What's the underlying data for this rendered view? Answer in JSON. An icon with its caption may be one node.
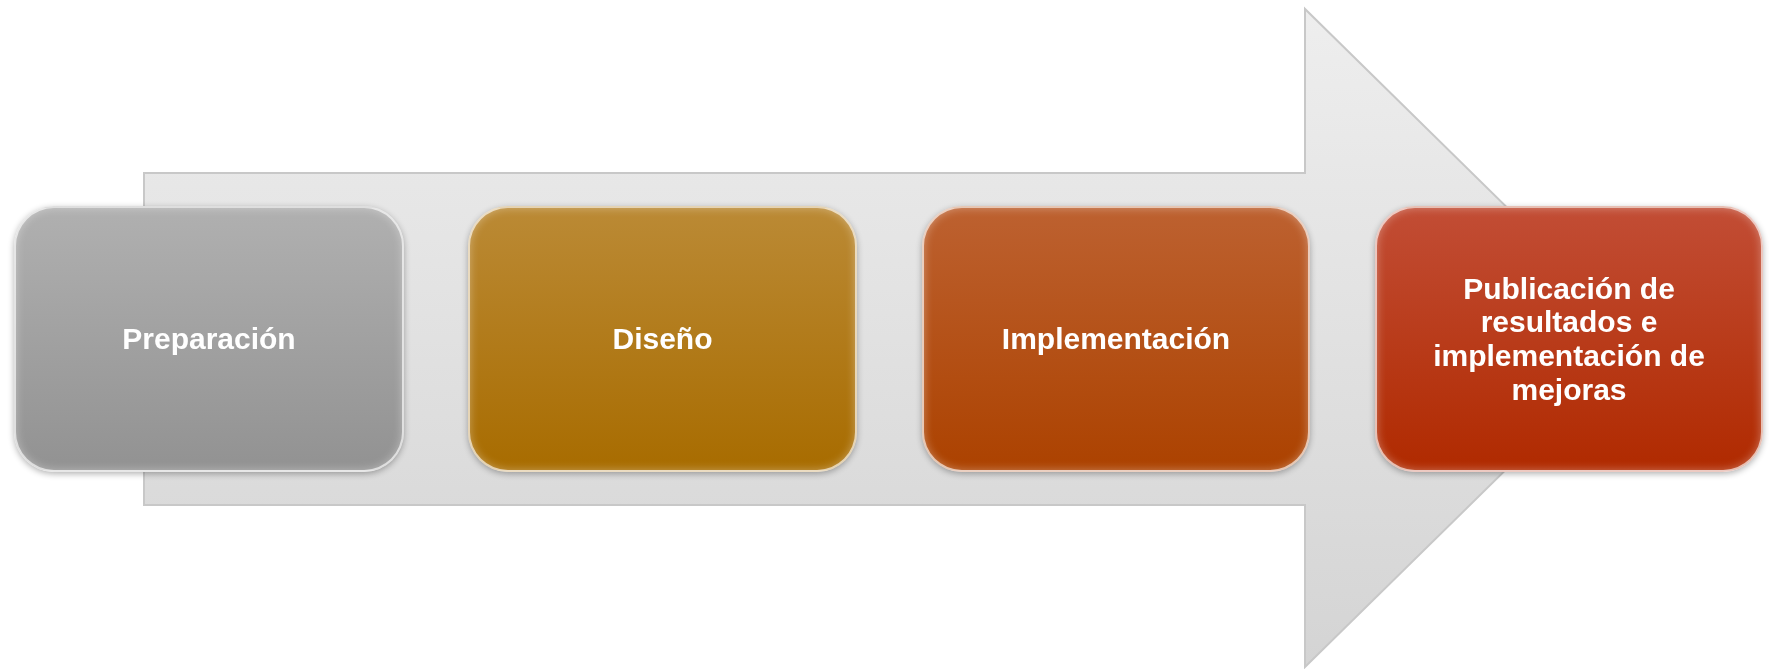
{
  "diagram": {
    "nodes": [
      {
        "text": [
          "Preparación"
        ]
      },
      {
        "text": [
          "Diseño"
        ]
      },
      {
        "text": [
          "Implementación"
        ]
      },
      {
        "text": [
          "Publicación de resultados e implementación de mejoras"
        ]
      }
    ]
  }
}
